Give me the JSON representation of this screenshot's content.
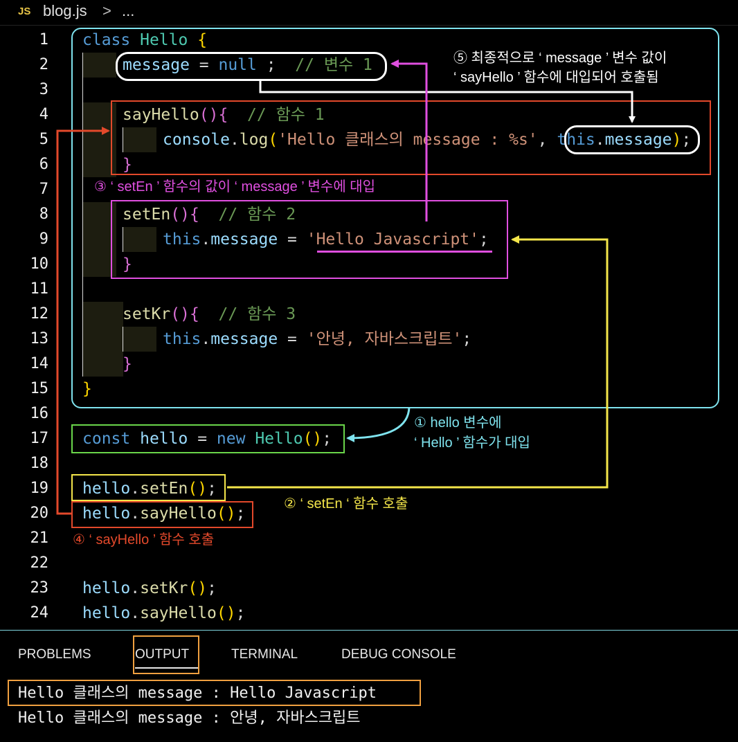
{
  "tab": {
    "badge": "JS",
    "filename": "blog.js",
    "chevron": ">",
    "ellipsis": "..."
  },
  "line_numbers": [
    "1",
    "2",
    "3",
    "4",
    "5",
    "6",
    "7",
    "8",
    "9",
    "10",
    "11",
    "12",
    "13",
    "14",
    "15",
    "16",
    "17",
    "18",
    "19",
    "20",
    "21",
    "22",
    "23",
    "24"
  ],
  "code": {
    "l1": {
      "kw": "class",
      "cls": "Hello",
      "brace": "{"
    },
    "l2": {
      "var": "message",
      "op": " = ",
      "kw": "null",
      "semi": " ;",
      "cmt": "  // 변수 1"
    },
    "l4": {
      "fn": "sayHello",
      "paren": "()",
      "brace": "{",
      "cmt": "  // 함수 1"
    },
    "l5": {
      "obj": "console",
      "dot": ".",
      "fn": "log",
      "paren_open": "(",
      "str": "'Hello 클래스의 message : %s'",
      "comma": ", ",
      "this": "this",
      "dot2": ".",
      "prop": "message",
      "paren_close": ")",
      "semi": ";"
    },
    "l6": {
      "brace": "}"
    },
    "l8": {
      "fn": "setEn",
      "paren": "()",
      "brace": "{",
      "cmt": "  // 함수 2"
    },
    "l9": {
      "this": "this",
      "dot": ".",
      "prop": "message",
      "op": " = ",
      "str": "'Hello Javascript'",
      "semi": ";"
    },
    "l10": {
      "brace": "}"
    },
    "l12": {
      "fn": "setKr",
      "paren": "()",
      "brace": "{",
      "cmt": "  // 함수 3"
    },
    "l13": {
      "this": "this",
      "dot": ".",
      "prop": "message",
      "op": " = ",
      "str": "'안녕, 자바스크립트'",
      "semi": ";"
    },
    "l14": {
      "brace": "}"
    },
    "l15": {
      "brace": "}"
    },
    "l17": {
      "kw": "const",
      "var": "hello",
      "op": " = ",
      "kw2": "new",
      "cls": "Hello",
      "paren": "()",
      "semi": ";"
    },
    "l19": {
      "var": "hello",
      "dot": ".",
      "fn": "setEn",
      "paren": "()",
      "semi": ";"
    },
    "l20": {
      "var": "hello",
      "dot": ".",
      "fn": "sayHello",
      "paren": "()",
      "semi": ";"
    },
    "l23": {
      "var": "hello",
      "dot": ".",
      "fn": "setKr",
      "paren": "()",
      "semi": ";"
    },
    "l24": {
      "var": "hello",
      "dot": ".",
      "fn": "sayHello",
      "paren": "()",
      "semi": ";"
    }
  },
  "annotations": {
    "a5_line1": "⑤ 최종적으로 ‘ message ’ 변수 값이",
    "a5_line2": "‘ sayHello ’ 함수에 대입되어 호출됨",
    "a3": "③ ‘ setEn ’ 함수의 값이 ‘ message ’ 변수에 대입",
    "a1_line1": "① hello 변수에",
    "a1_line2": "‘ Hello ’ 함수가 대입",
    "a2": "② ‘ setEn ‘ 함수 호출",
    "a4": "④ ‘ sayHello ’ 함수 호출"
  },
  "panel": {
    "tabs": [
      "PROBLEMS",
      "OUTPUT",
      "TERMINAL",
      "DEBUG CONSOLE"
    ],
    "active_tab": "OUTPUT",
    "output": [
      "Hello 클래스의 message : Hello Javascript",
      "Hello 클래스의 message : 안녕, 자바스크립트"
    ]
  },
  "colors": {
    "cyan": "#7fe3ee",
    "white": "#ffffff",
    "red": "#e3492b",
    "magenta": "#e04fe0",
    "yellow": "#f4e64a",
    "green": "#6ad64a",
    "orange": "#f0a040"
  }
}
